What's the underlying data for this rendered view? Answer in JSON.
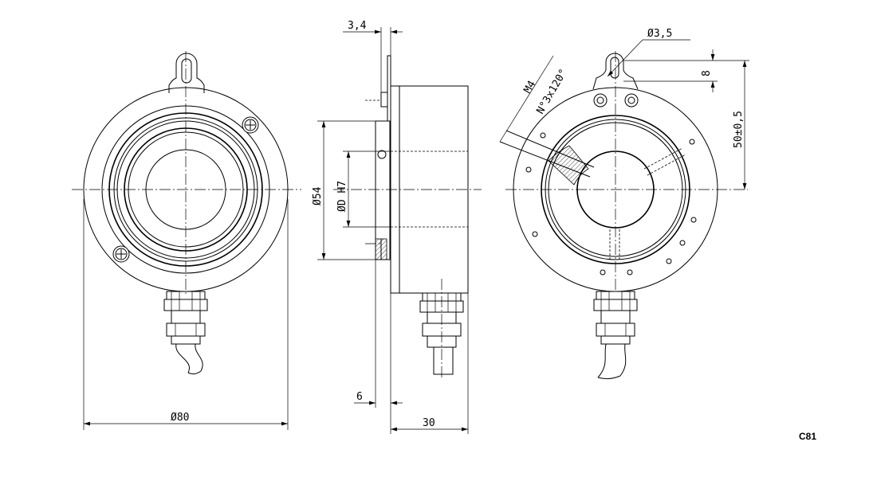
{
  "drawing": {
    "code": "C81",
    "dimensions": {
      "front_outer_diameter": "Ø80",
      "flange_thickness": "3,4",
      "shaft_bore": "ØD H7",
      "body_diameter": "Ø54",
      "flange_offset": "6",
      "body_length": "30",
      "screw_thread": "M4",
      "screw_pattern": "N°3x120°",
      "mount_hole": "Ø3,5",
      "tab_height": "8",
      "mount_radius": "50±0,5"
    }
  }
}
